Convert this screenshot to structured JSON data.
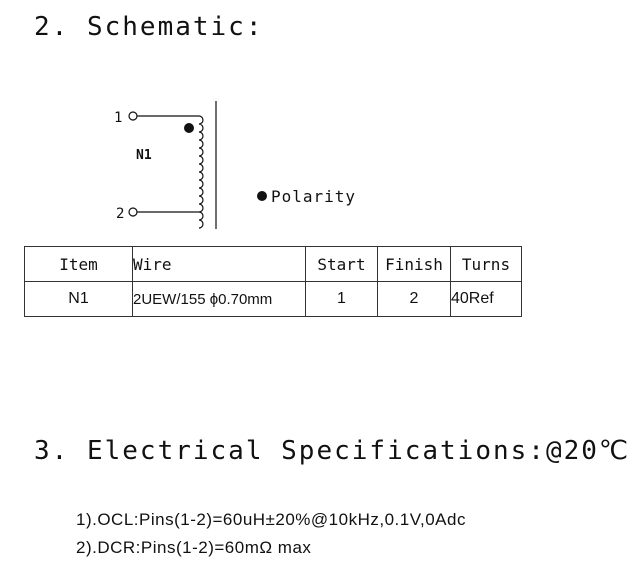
{
  "sections": {
    "schematic_title": "2. Schematic:",
    "electrical_title": "3. Electrical Specifications:@20℃"
  },
  "schematic": {
    "pin1": "1",
    "pin2": "2",
    "winding": "N1",
    "polarity_label": "Polarity"
  },
  "table": {
    "headers": [
      "Item",
      "Wire",
      "Start",
      "Finish",
      "Turns"
    ],
    "rows": [
      [
        "N1",
        "2UEW/155 ϕ0.70mm",
        "1",
        "2",
        "40Ref"
      ]
    ]
  },
  "specs": [
    "1).OCL:Pins(1-2)=60uH±20%@10kHz,0.1V,0Adc",
    "2).DCR:Pins(1-2)=60mΩ max"
  ]
}
